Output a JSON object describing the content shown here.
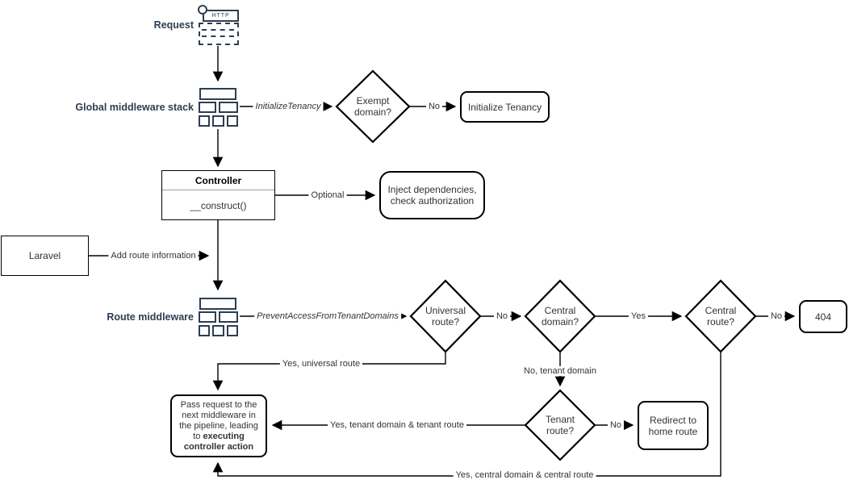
{
  "colors": {
    "accent_navy": "#2d3e50",
    "line_black": "#000000",
    "text_gray": "#333333",
    "background": "#ffffff"
  },
  "nodes": {
    "request": {
      "label": "Request",
      "icon_text": "HTTP"
    },
    "global_middleware": {
      "label": "Global middleware stack"
    },
    "exempt_domain": {
      "label": "Exempt domain?"
    },
    "initialize_tenancy": {
      "label": "Initialize Tenancy"
    },
    "controller": {
      "title": "Controller",
      "method": "__construct()"
    },
    "inject": {
      "label": "Inject dependencies, check authorization"
    },
    "laravel": {
      "label": "Laravel"
    },
    "route_middleware": {
      "label": "Route middleware"
    },
    "universal_route": {
      "label": "Universal route?"
    },
    "central_domain": {
      "label": "Central domain?"
    },
    "central_route": {
      "label": "Central route?"
    },
    "not_found": {
      "label": "404"
    },
    "tenant_route": {
      "label": "Tenant route?"
    },
    "redirect_home": {
      "label": "Redirect to home route"
    },
    "pass_request": {
      "text_normal": "Pass request to the next middleware in the pipeline, leading to ",
      "text_bold": "executing controller action"
    }
  },
  "edges": {
    "initialize_tenancy": "InitializeTenancy",
    "exempt_no": "No",
    "optional": "Optional",
    "add_route_information": "Add route information",
    "prevent_access": "PreventAccessFromTenantDomains",
    "universal_no": "No",
    "central_domain_yes": "Yes",
    "central_route_no": "No",
    "universal_yes": "Yes, universal route",
    "tenant_domain_no": "No, tenant domain",
    "tenant_route_no": "No",
    "tenant_yes": "Yes, tenant domain & tenant route",
    "central_yes": "Yes, central domain & central route"
  }
}
